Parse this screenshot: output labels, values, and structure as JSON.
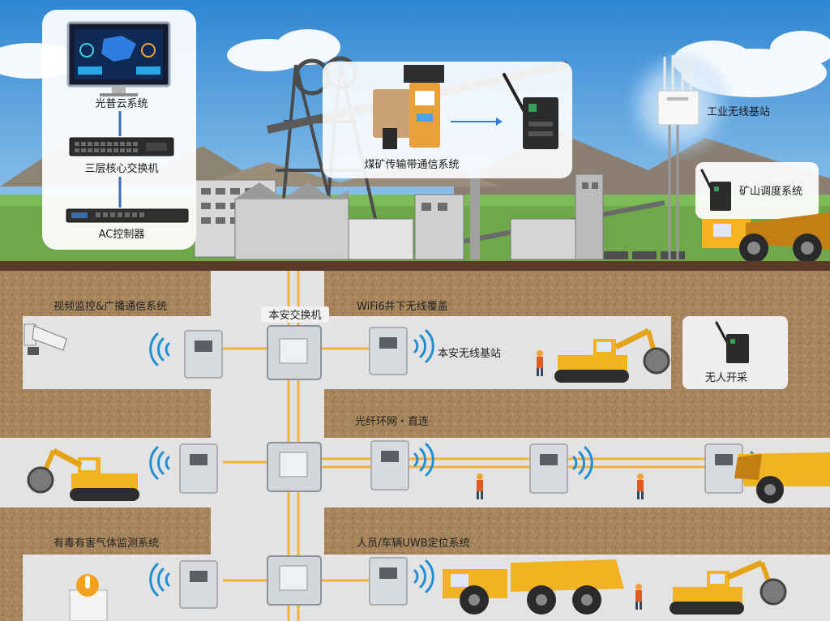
{
  "surface": {
    "cloud_system": "光普云系统",
    "core_switch": "三层核心交换机",
    "ac_controller": "AC控制器",
    "transport_system": "煤矿传输带通信系统",
    "industrial_base_station": "工业无线基站",
    "dispatch_system": "矿山调度系统"
  },
  "underground": {
    "video_broadcast": "视频监控&广播通信系统",
    "intrinsic_switch": "本安交换机",
    "wifi6_coverage": "WiFi6井下无线覆盖",
    "intrinsic_base_station": "本安无线基站",
    "unmanned_mining": "无人开采",
    "fiber_ring": "光纤环网・直连",
    "toxic_gas": "有毒有害气体监测系统",
    "uwb_positioning": "人员/车辆UWB定位系统"
  }
}
